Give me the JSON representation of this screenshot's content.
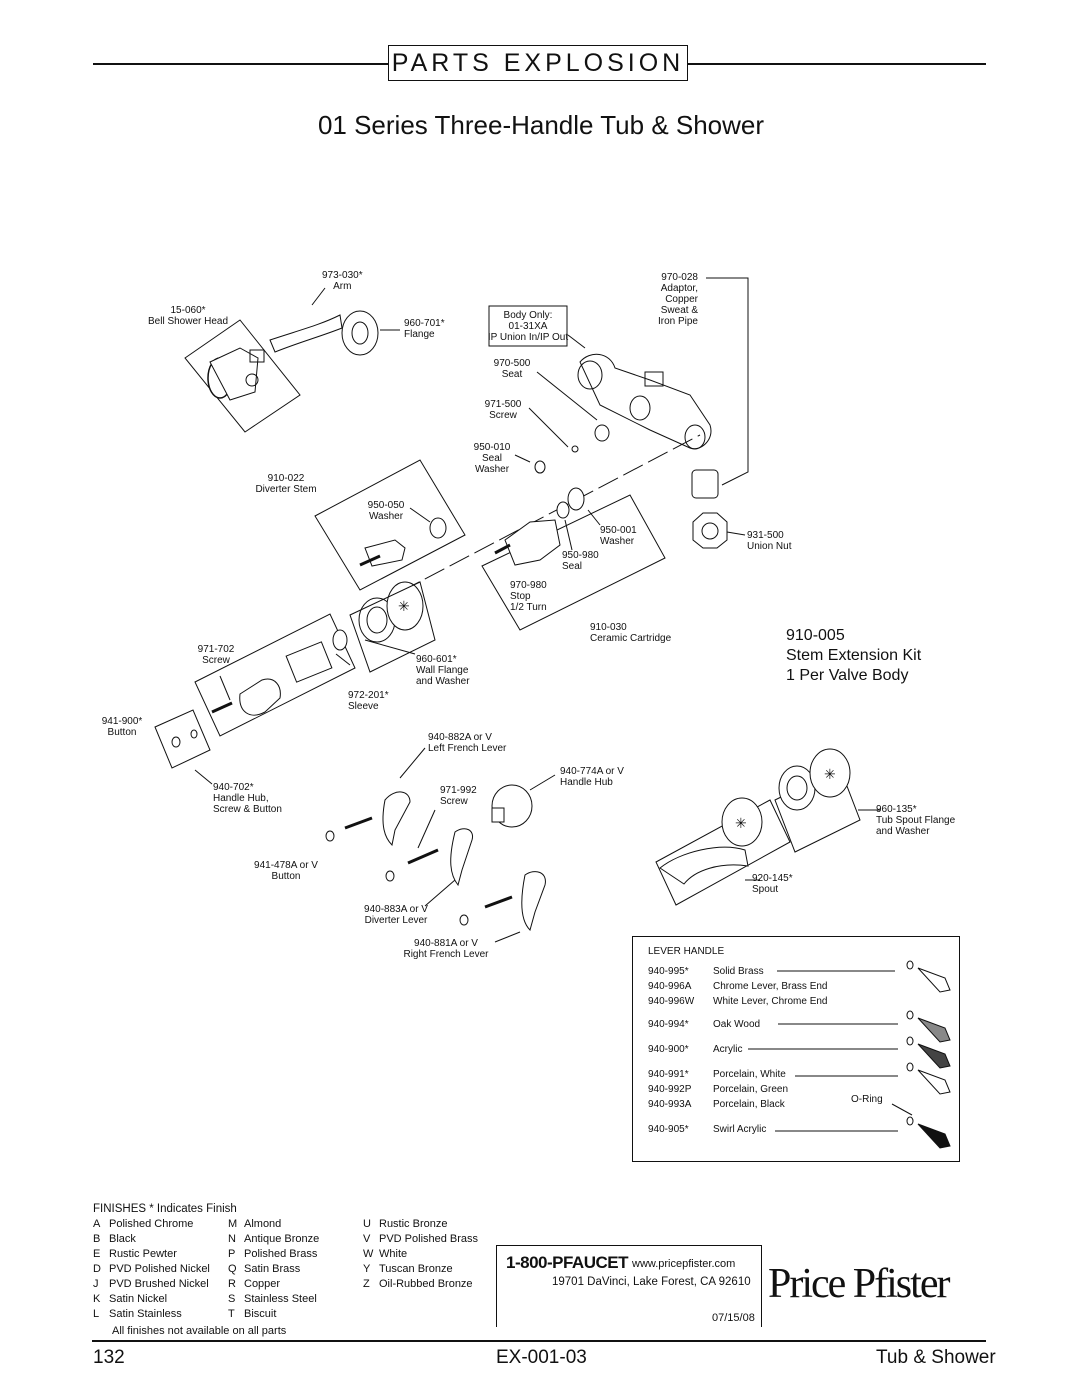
{
  "header": {
    "label": "PARTS EXPLOSION",
    "title": "01 Series Three-Handle Tub & Shower"
  },
  "parts": {
    "p15060": "15-060*\nBell Shower Head",
    "p973030": "973-030*\nArm",
    "p960701": "960-701*\nFlange",
    "body_only": "Body Only:\n01-31XA\nIP Union In/IP Out",
    "p970028": "970-028\nAdaptor,\nCopper\nSweat &\nIron Pipe",
    "p970500": "970-500\nSeat",
    "p971500": "971-500\nScrew",
    "p950010": "950-010\nSeal\nWasher",
    "p910022": "910-022\nDiverter Stem",
    "p950050": "950-050\nWasher",
    "p950001": "950-001\nWasher",
    "p950980": "950-980\nSeal",
    "p931500": "931-500\nUnion Nut",
    "p970980": "970-980\nStop\n1/2 Turn",
    "p910030": "910-030\nCeramic Cartridge",
    "p971702": "971-702\nScrew",
    "p960601": "960-601*\nWall Flange\nand Washer",
    "p972201": "972-201*\nSleeve",
    "p941900": "941-900*\nButton",
    "p940702": "940-702*\nHandle Hub,\nScrew & Button",
    "p940882": "940-882A or V\nLeft French Lever",
    "p940774": "940-774A or V\nHandle Hub",
    "p971992": "971-992\nScrew",
    "p941478": "941-478A or V\nButton",
    "p940883": "940-883A or V\nDiverter Lever",
    "p940881": "940-881A or V\nRight French Lever",
    "p960135": "960-135*\nTub Spout Flange\nand Washer",
    "p920145": "920-145*\nSpout"
  },
  "kit": "910-005\nStem Extension Kit\n1 Per Valve Body",
  "lever_handle": {
    "title": "LEVER HANDLE",
    "rows": [
      {
        "code": "940-995*",
        "name": "Solid Brass"
      },
      {
        "code": "940-996A",
        "name": "Chrome Lever, Brass End"
      },
      {
        "code": "940-996W",
        "name": "White Lever, Chrome End"
      },
      {
        "code": "940-994*",
        "name": "Oak Wood"
      },
      {
        "code": "940-900*",
        "name": "Acrylic"
      },
      {
        "code": "940-991*",
        "name": "Porcelain, White"
      },
      {
        "code": "940-992P",
        "name": "Porcelain, Green"
      },
      {
        "code": "940-993A",
        "name": "Porcelain, Black"
      },
      {
        "code": "940-905*",
        "name": "Swirl Acrylic"
      }
    ],
    "oring": "O-Ring"
  },
  "finishes": {
    "title": "FINISHES * Indicates Finish",
    "col1": [
      {
        "k": "A",
        "v": "Polished Chrome"
      },
      {
        "k": "B",
        "v": "Black"
      },
      {
        "k": "E",
        "v": "Rustic Pewter"
      },
      {
        "k": "D",
        "v": "PVD Polished Nickel"
      },
      {
        "k": "J",
        "v": "PVD Brushed Nickel"
      },
      {
        "k": "K",
        "v": "Satin Nickel"
      },
      {
        "k": "L",
        "v": "Satin Stainless"
      }
    ],
    "col2": [
      {
        "k": "M",
        "v": "Almond"
      },
      {
        "k": "N",
        "v": "Antique Bronze"
      },
      {
        "k": "P",
        "v": "Polished Brass"
      },
      {
        "k": "Q",
        "v": "Satin Brass"
      },
      {
        "k": "R",
        "v": "Copper"
      },
      {
        "k": "S",
        "v": "Stainless Steel"
      },
      {
        "k": "T",
        "v": "Biscuit"
      }
    ],
    "col3": [
      {
        "k": "U",
        "v": "Rustic Bronze"
      },
      {
        "k": "V",
        "v": "PVD Polished Brass"
      },
      {
        "k": "W",
        "v": "White"
      },
      {
        "k": "Y",
        "v": "Tuscan Bronze"
      },
      {
        "k": "Z",
        "v": "Oil-Rubbed Bronze"
      }
    ],
    "note": "All finishes not available on all parts"
  },
  "contact": {
    "phone": "1-800-PFAUCET",
    "web": "www.pricepfister.com",
    "address": "19701 DaVinci, Lake Forest, CA  92610",
    "date": "07/15/08"
  },
  "brand": "Price Pfister",
  "footer": {
    "page": "132",
    "code": "EX-001-03",
    "section": "Tub & Shower"
  }
}
